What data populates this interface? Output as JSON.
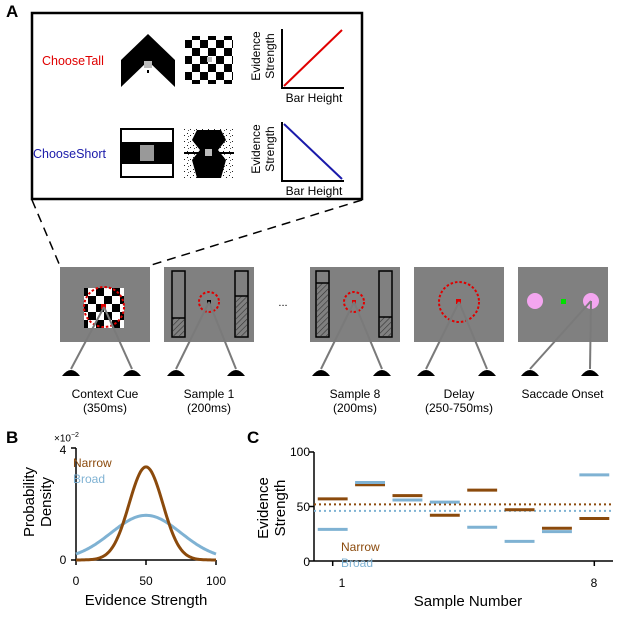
{
  "panels": {
    "a": "A",
    "b": "B",
    "c": "C"
  },
  "panel_a": {
    "contexts": [
      {
        "name": "ChooseTall",
        "color": "#e00000",
        "ylabel_line1": "Evidence",
        "ylabel_line2": "Strength",
        "xlabel": "Bar Height"
      },
      {
        "name": "ChooseShort",
        "color": "#1a1aaa",
        "ylabel_line1": "Evidence",
        "ylabel_line2": "Strength",
        "xlabel": "Bar Height"
      }
    ],
    "screens": [
      {
        "line1": "Context Cue",
        "line2": "(350ms)"
      },
      {
        "line1": "Sample 1",
        "line2": "(200ms)"
      },
      {
        "line1": "Sample 8",
        "line2": "(200ms)"
      },
      {
        "line1": "Delay",
        "line2": "(250-750ms)"
      },
      {
        "line1": "Saccade Onset",
        "line2": ""
      }
    ],
    "ellipsis": "..."
  },
  "colors": {
    "narrow": "#8b4a0c",
    "broad": "#7fb2d3",
    "screen": "#808080",
    "fixation": "#e00000"
  },
  "chart_data": [
    {
      "type": "line",
      "xlabel": "Evidence Strength",
      "ylabel_line1": "Probability",
      "ylabel_line2": "Density",
      "exponent_base": "×10",
      "exponent_power": "−2",
      "xticks": [
        "0",
        "50",
        "100"
      ],
      "yticks": [
        "0",
        "4"
      ],
      "xlim": [
        0,
        100
      ],
      "ylim": [
        0,
        4
      ],
      "series": [
        {
          "name": "Narrow",
          "color": "#8b4a0c",
          "mean": 50,
          "sd": 12
        },
        {
          "name": "Broad",
          "color": "#7fb2d3",
          "mean": 50,
          "sd": 25
        }
      ]
    },
    {
      "type": "line",
      "xlabel": "Sample Number",
      "ylabel_line1": "Evidence",
      "ylabel_line2": "Strength",
      "xticks": [
        "1",
        "8"
      ],
      "yticks": [
        "0",
        "50",
        "100"
      ],
      "xlim": [
        0.5,
        8.5
      ],
      "ylim": [
        0,
        100
      ],
      "series": [
        {
          "name": "Narrow",
          "color": "#8b4a0c",
          "values": [
            57,
            70,
            60,
            42,
            65,
            47,
            30,
            39
          ],
          "mean_line": 52
        },
        {
          "name": "Broad",
          "color": "#7fb2d3",
          "values": [
            29,
            72,
            56,
            54,
            31,
            18,
            27,
            79
          ],
          "mean_line": 46
        }
      ]
    }
  ]
}
